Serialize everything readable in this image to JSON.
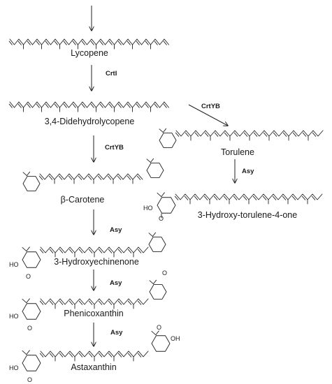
{
  "compounds": {
    "lycopene": "Lycopene",
    "didehydrolycopene": "3,4-Didehydrolycopene",
    "torulene": "Torulene",
    "beta_carotene": "β-Carotene",
    "hydroxy_torulenone": "3-Hydroxy-torulene-4-one",
    "hydroxyechinenone": "3-Hydroxyechinenone",
    "phenicoxanthin": "Phenicoxanthin",
    "astaxanthin": "Astaxanthin"
  },
  "enzymes": {
    "crti": "CrtI",
    "crtyb_torulene": "CrtYB",
    "crtyb_carotene": "CrtYB",
    "asy_torulene": "Asy",
    "asy_carotene": "Asy",
    "asy_echinenone": "Asy",
    "asy_phenicoxanthin": "Asy"
  },
  "groups": {
    "ho_torulenone": "HO",
    "o_torulenone": "O",
    "ho_echinenone": "HO",
    "o_echinenone": "O",
    "ho_phenico": "HO",
    "o_phenico_left": "O",
    "o_phenico_right": "O",
    "ho_asta": "HO",
    "o_asta_left": "O",
    "o_asta_right": "O",
    "oh_asta": "OH"
  }
}
